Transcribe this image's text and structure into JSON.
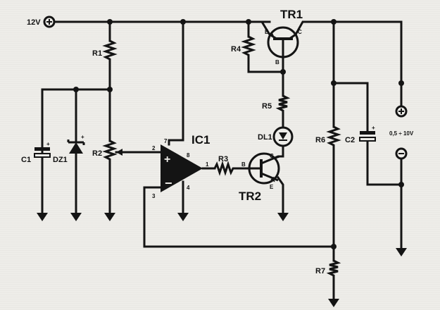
{
  "supply": {
    "label": "12V"
  },
  "components": {
    "R1": "R1",
    "R2": "R2",
    "R3": "R3",
    "R4": "R4",
    "R5": "R5",
    "R6": "R6",
    "R7": "R7",
    "C1": "C1",
    "C2": "C2",
    "DZ1": "DZ1",
    "DL1": "DL1",
    "IC1": "IC1",
    "TR1": "TR1",
    "TR2": "TR2"
  },
  "pins": {
    "ic_in_plus": "2",
    "ic_in_minus": "3",
    "ic_out": "1",
    "ic_vcc": "8",
    "ic_gnd": "4",
    "ic_top": "7",
    "plus_sign": "+",
    "minus_sign": "−"
  },
  "transistor_pins": {
    "tr1_e": "E",
    "tr1_c": "C",
    "tr1_b": "B",
    "tr2_b": "B",
    "tr2_c": "C",
    "tr2_e": "E"
  },
  "output": {
    "range": "0,5 ÷ 10V"
  },
  "colors": {
    "ink": "#141414",
    "paper": "#eeede9",
    "ghost": "#d6d4cf"
  }
}
